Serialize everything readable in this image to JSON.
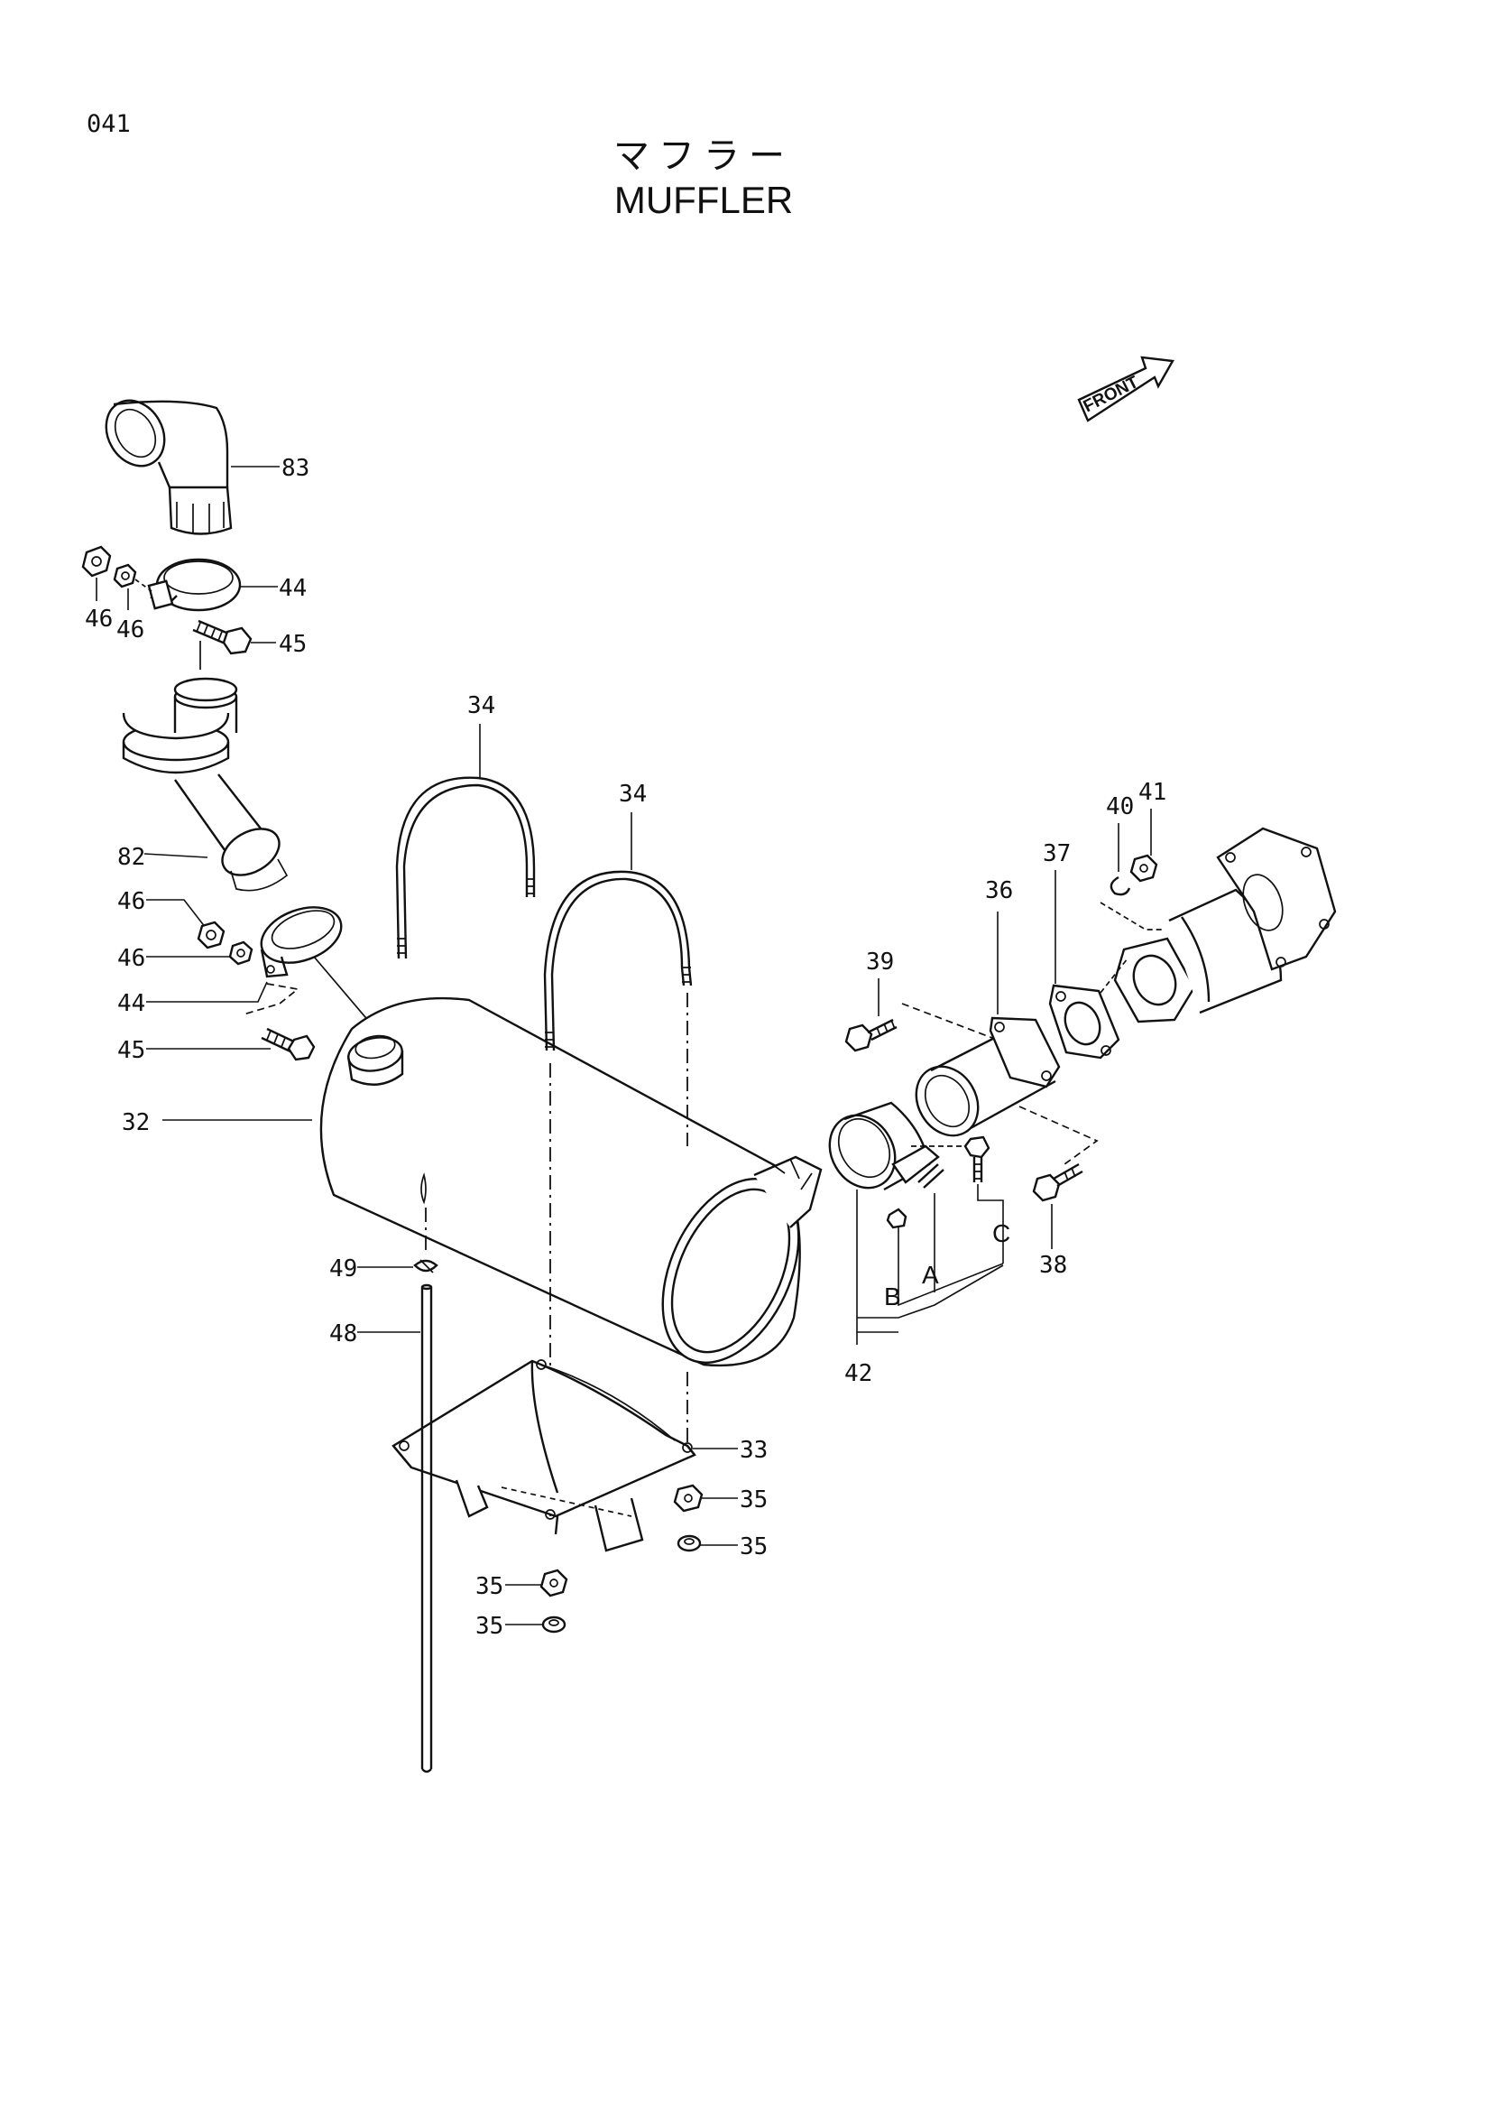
{
  "page_number": "041",
  "title_jp": "マフラー",
  "title_en": "MUFFLER",
  "front_marker": "FRONT",
  "callouts": {
    "c83": "83",
    "c44_top": "44",
    "c46_a": "46",
    "c46_b": "46",
    "c45_top": "45",
    "c82": "82",
    "c46_c": "46",
    "c46_d": "46",
    "c44_mid": "44",
    "c45_mid": "45",
    "c32": "32",
    "c34_a": "34",
    "c34_b": "34",
    "c36": "36",
    "c37": "37",
    "c39": "39",
    "c40": "40",
    "c41": "41",
    "c38": "38",
    "c42": "42",
    "c49": "49",
    "c48": "48",
    "c33": "33",
    "c35_a": "35",
    "c35_b": "35",
    "c35_c": "35",
    "c35_d": "35",
    "ref_a": "A",
    "ref_b": "B",
    "ref_c": "C"
  }
}
